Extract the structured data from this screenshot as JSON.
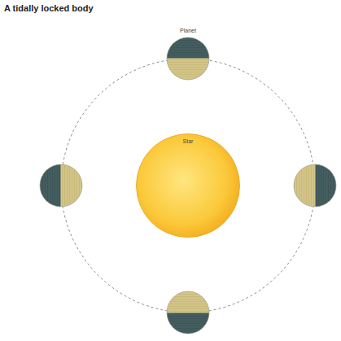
{
  "diagram": {
    "title": "A tidally locked body",
    "nodes": [
      {
        "text": [
          "Planet"
        ]
      },
      {
        "text": [
          "Star"
        ]
      }
    ]
  }
}
